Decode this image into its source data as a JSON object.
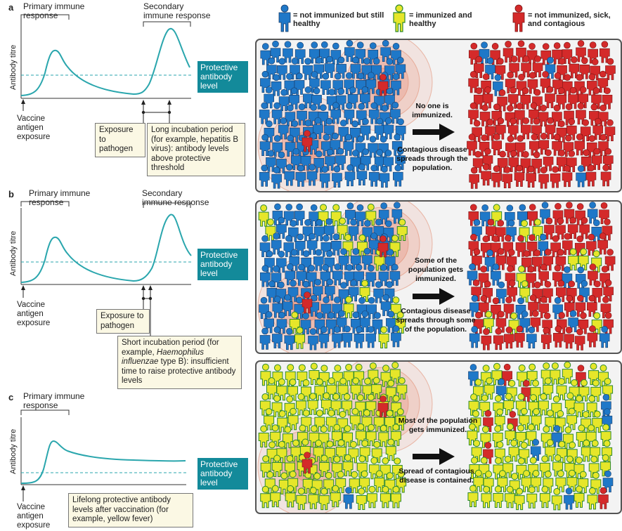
{
  "colors": {
    "curve": "#2aa6ad",
    "protective_box": "#138a9a",
    "note_bg": "#fbf8e4",
    "blue_person": "#1f78c8",
    "yellow_person": "#e6e62a",
    "red_person": "#d42a2a",
    "scene_bg": "#f3f3f3"
  },
  "legend": {
    "blue": "= not immunized but still healthy",
    "yellow": "= immunized and healthy",
    "red": "= not immunized, sick, and contagious"
  },
  "panel_a": {
    "letter": "a",
    "primary": "Primary immune response",
    "secondary": "Secondary immune response",
    "ylabel": "Antibody titre",
    "protective": "Protective antibody level",
    "vaccine": "Vaccine antigen exposure",
    "exposure": "Exposure to pathogen",
    "incubation": "Long incubation period (for example, hepatitis B virus): antibody levels above protective threshold"
  },
  "panel_b": {
    "letter": "b",
    "primary": "Primary immune response",
    "secondary": "Secondary immune response",
    "ylabel": "Antibody titre",
    "protective": "Protective antibody level",
    "vaccine": "Vaccine antigen exposure",
    "exposure": "Exposure to pathogen",
    "incubation_pre": "Short incubation period (for example, ",
    "incubation_italic": "Haemophilus influenzae",
    "incubation_post": " type B): insufficient time to raise protective antibody levels"
  },
  "panel_c": {
    "letter": "c",
    "primary": "Primary immune response",
    "ylabel": "Antibody titre",
    "protective": "Protective antibody level",
    "vaccine": "Vaccine antigen exposure",
    "lifelong": "Lifelong protective antibody levels after vaccination (for example, yellow fever)"
  },
  "scene1": {
    "top": "No one is immunized.",
    "bottom": "Contagious disease spreads through the population."
  },
  "scene2": {
    "top": "Some of the population gets immunized.",
    "bottom": "Contagious disease spreads through some of the population."
  },
  "scene3": {
    "top": "Most of the population gets immunized.",
    "bottom": "Spread of contagious disease is contained."
  }
}
